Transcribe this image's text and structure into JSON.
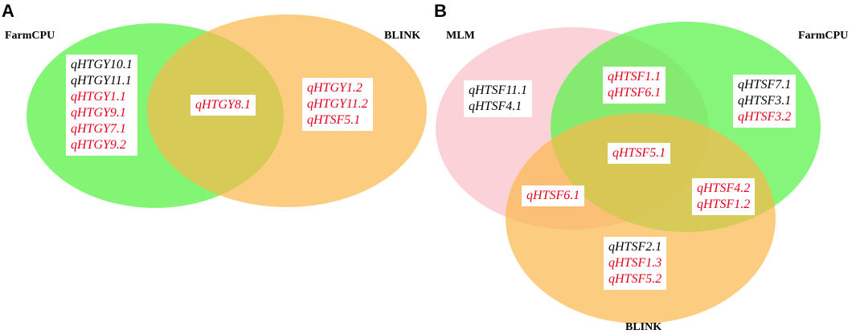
{
  "colors": {
    "green": "#58f247",
    "orange": "#fbb84a",
    "pink": "#fbc7cf",
    "red_text": "#e3001b",
    "black_text": "#000000"
  },
  "panelA": {
    "letter": "A",
    "sets": {
      "left": "FarmCPU",
      "right": "BLINK"
    },
    "left_only": [
      {
        "text": "qHTGY10.1",
        "color": "black"
      },
      {
        "text": "qHTGY11.1",
        "color": "black"
      },
      {
        "text": "qHTGY1.1",
        "color": "red"
      },
      {
        "text": "qHTGY9.1",
        "color": "red"
      },
      {
        "text": "qHTGY7.1",
        "color": "red"
      },
      {
        "text": "qHTGY9.2",
        "color": "red"
      }
    ],
    "intersection": [
      {
        "text": "qHTGY8.1",
        "color": "red"
      }
    ],
    "right_only": [
      {
        "text": "qHTGY1.2",
        "color": "red"
      },
      {
        "text": "qHTGY11.2",
        "color": "red"
      },
      {
        "text": "qHTSF5.1",
        "color": "red"
      }
    ]
  },
  "panelB": {
    "letter": "B",
    "sets": {
      "mlm": "MLM",
      "farmcpu": "FarmCPU",
      "blink": "BLINK"
    },
    "mlm_only": [
      {
        "text": "qHTSF11.1",
        "color": "black"
      },
      {
        "text": "qHTSF4.1",
        "color": "black"
      }
    ],
    "mlm_farmcpu": [
      {
        "text": "qHTSF1.1",
        "color": "red"
      },
      {
        "text": "qHTSF6.1",
        "color": "red"
      }
    ],
    "farmcpu_only": [
      {
        "text": "qHTSF7.1",
        "color": "black"
      },
      {
        "text": "qHTSF3.1",
        "color": "black"
      },
      {
        "text": "qHTSF3.2",
        "color": "red"
      }
    ],
    "all_three": [
      {
        "text": "qHTSF5.1",
        "color": "red"
      }
    ],
    "mlm_blink": [
      {
        "text": "qHTSF6.1",
        "color": "red"
      }
    ],
    "farmcpu_blink": [
      {
        "text": "qHTSF4.2",
        "color": "red"
      },
      {
        "text": "qHTSF1.2",
        "color": "red"
      }
    ],
    "blink_only": [
      {
        "text": "qHTSF2.1",
        "color": "black"
      },
      {
        "text": "qHTSF1.3",
        "color": "red"
      },
      {
        "text": "qHTSF5.2",
        "color": "red"
      }
    ]
  }
}
